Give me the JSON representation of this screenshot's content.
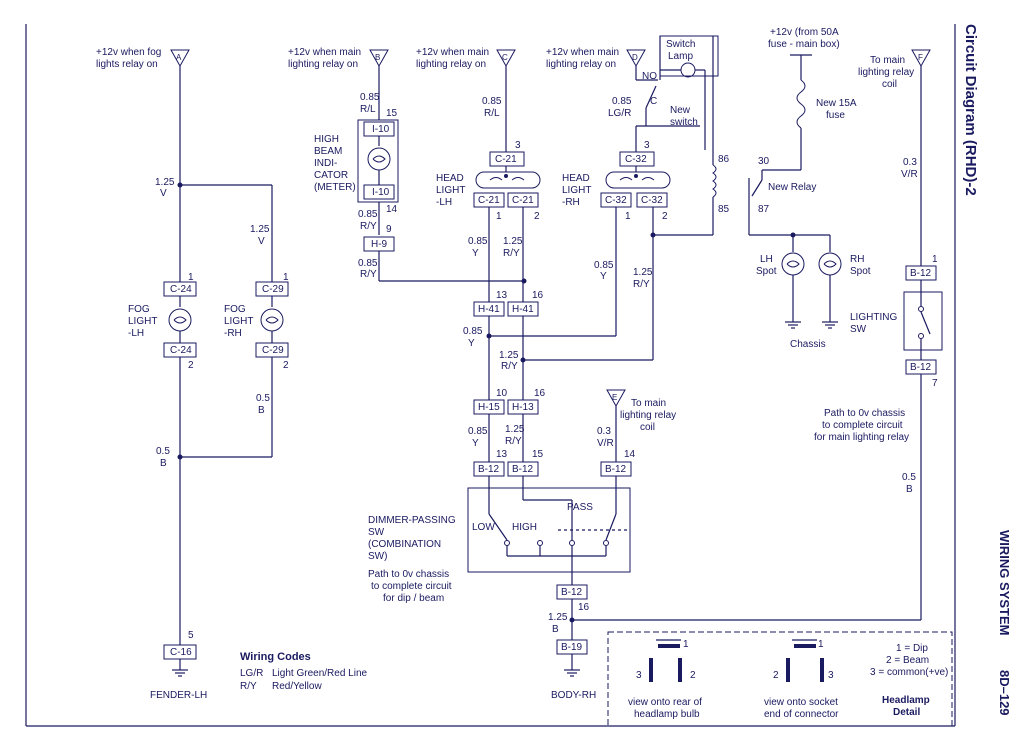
{
  "side": {
    "title": "Circuit Diagram (RHD)-2",
    "system": "WIRING SYSTEM",
    "page_no": "8D–129"
  },
  "terminals": {
    "A_desc": [
      "+12v when fog",
      "lights relay on"
    ],
    "A": "A",
    "B_desc": [
      "+12v when main",
      "lighting relay on"
    ],
    "B": "B",
    "C_desc": [
      "+12v when main",
      "lighting relay on"
    ],
    "C": "C",
    "D_desc": [
      "+12v when main",
      "lighting relay on"
    ],
    "D": "D",
    "F_desc": [
      "To main",
      "lighting relay",
      "coil"
    ],
    "F": "F",
    "E_desc": [
      "To main",
      "lighting relay",
      "coil"
    ],
    "E": "E",
    "supply": [
      "+12v (from 50A",
      "fuse - main box)"
    ]
  },
  "components": {
    "fog_lh": [
      "FOG",
      "LIGHT",
      "-LH"
    ],
    "fog_rh": [
      "FOG",
      "LIGHT",
      "-RH"
    ],
    "hb_ind": [
      "HIGH",
      "BEAM",
      "INDI-",
      "CATOR",
      "(METER)"
    ],
    "head_lh": [
      "HEAD",
      "LIGHT",
      "-LH"
    ],
    "head_rh": [
      "HEAD",
      "LIGHT",
      "-RH"
    ],
    "switch_lamp": [
      "Switch",
      "Lamp"
    ],
    "new_switch": [
      "New",
      "switch"
    ],
    "new_fuse": [
      "New 15A",
      "fuse"
    ],
    "new_relay": "New Relay",
    "lh_spot": [
      "LH",
      "Spot"
    ],
    "rh_spot": [
      "RH",
      "Spot"
    ],
    "chassis": "Chassis",
    "lighting_sw": [
      "LIGHTING",
      "SW"
    ],
    "dimmer": [
      "DIMMER-PASSING",
      "SW",
      "(COMBINATION",
      "SW)"
    ],
    "low": "LOW",
    "high": "HIGH",
    "pass": "PASS",
    "no": "NO",
    "c": "C",
    "fender": "FENDER-LH",
    "body": "BODY-RH"
  },
  "notes": {
    "dimmer_path": [
      "Path to 0v chassis",
      "to complete circuit",
      "for dip / beam"
    ],
    "lighting_path": [
      "Path to 0v chassis",
      "to complete circuit",
      "for main lighting relay"
    ]
  },
  "connectors": {
    "c24a": "C-24",
    "c24b": "C-24",
    "c29a": "C-29",
    "c29b": "C-29",
    "i10a": "I-10",
    "i10b": "I-10",
    "h9": "H-9",
    "c21t": "C-21",
    "c21l": "C-21",
    "c21r": "C-21",
    "c32t": "C-32",
    "c32l": "C-32",
    "c32r": "C-32",
    "h41a": "H-41",
    "h41b": "H-41",
    "h15": "H-15",
    "h13": "H-13",
    "b12a": "B-12",
    "b12b": "B-12",
    "b12c": "B-12",
    "b12d": "B-12",
    "b12e": "B-12",
    "b12f": "B-12",
    "c16": "C-16",
    "b19": "B-19"
  },
  "pins": {
    "p1": "1",
    "p2": "2",
    "p3": "3",
    "p5": "5",
    "p7": "7",
    "p9": "9",
    "p10": "10",
    "p13": "13",
    "p14": "14",
    "p15": "15",
    "p16": "16",
    "r30": "30",
    "r85": "85",
    "r86": "86",
    "r87": "87"
  },
  "wires": {
    "w085": "0.85",
    "w125": "1.25",
    "w05": "0.5",
    "w03": "0.3",
    "RL": "R/L",
    "LGR": "LG/R",
    "RY": "R/Y",
    "Y": "Y",
    "V": "V",
    "B": "B",
    "VR": "V/R"
  },
  "legend": {
    "title": "Wiring Codes",
    "codes": [
      {
        "code": "LG/R",
        "desc": "Light Green/Red Line"
      },
      {
        "code": "R/Y",
        "desc": "Red/Yellow"
      }
    ]
  },
  "detail": {
    "title": [
      "Headlamp",
      "Detail"
    ],
    "bulb_caption": [
      "view onto rear of",
      "headlamp bulb"
    ],
    "socket_caption": [
      "view onto socket",
      "end of connector"
    ],
    "pins_key": [
      "1 = Dip",
      "2 = Beam",
      "3 = common(+ve)"
    ]
  },
  "colors": {
    "ink": "#1a1a60",
    "paper": "#ffffff"
  }
}
